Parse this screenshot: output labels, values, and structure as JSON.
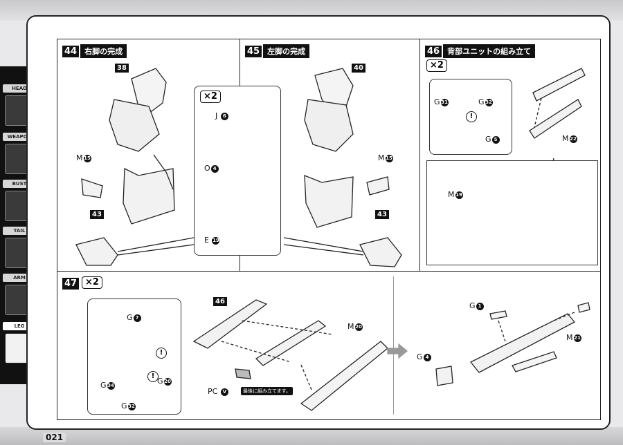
{
  "sidebar": {
    "items": [
      {
        "label": "HEAD"
      },
      {
        "label": "WEAPON"
      },
      {
        "label": "BUST"
      },
      {
        "label": "TAIL"
      },
      {
        "label": "ARM"
      },
      {
        "label": "LEG"
      }
    ]
  },
  "page_number": "021",
  "steps": {
    "s44": {
      "number": "44",
      "title": "右脚の完成",
      "part_main": "38",
      "part_sub": "43",
      "label_m": "M",
      "label_m_circ": "15"
    },
    "s45": {
      "number": "45",
      "title": "左脚の完成",
      "part_main": "40",
      "part_sub": "43",
      "label_m": "M",
      "label_m_circ": "15"
    },
    "shared_box": {
      "mult": "×2",
      "j": "J",
      "j_circ": "6",
      "o": "O",
      "o_circ": "4",
      "e": "E",
      "e_circ": "19"
    },
    "s46": {
      "number": "46",
      "title": "背部ユニットの組み立て",
      "mult": "×2",
      "g1": "G",
      "g1_circ": "31",
      "g2": "G",
      "g2_circ": "32",
      "g3": "G",
      "g3_circ": "5",
      "m1": "M",
      "m1_circ": "22",
      "m2": "M",
      "m2_circ": "19"
    },
    "s47": {
      "number": "47",
      "mult": "×2",
      "g7": "G",
      "g7_circ": "7",
      "g20": "G",
      "g20_circ": "20",
      "g34": "G",
      "g34_circ": "34",
      "g32": "G",
      "g32_circ": "32",
      "part46": "46",
      "m20": "M",
      "m20_circ": "20",
      "pc": "PC",
      "pc_circ": "V",
      "note": "最後に組み立てます。",
      "g1": "G",
      "g1_circ": "1",
      "g4": "G",
      "g4_circ": "4",
      "m21": "M",
      "m21_circ": "21"
    }
  }
}
